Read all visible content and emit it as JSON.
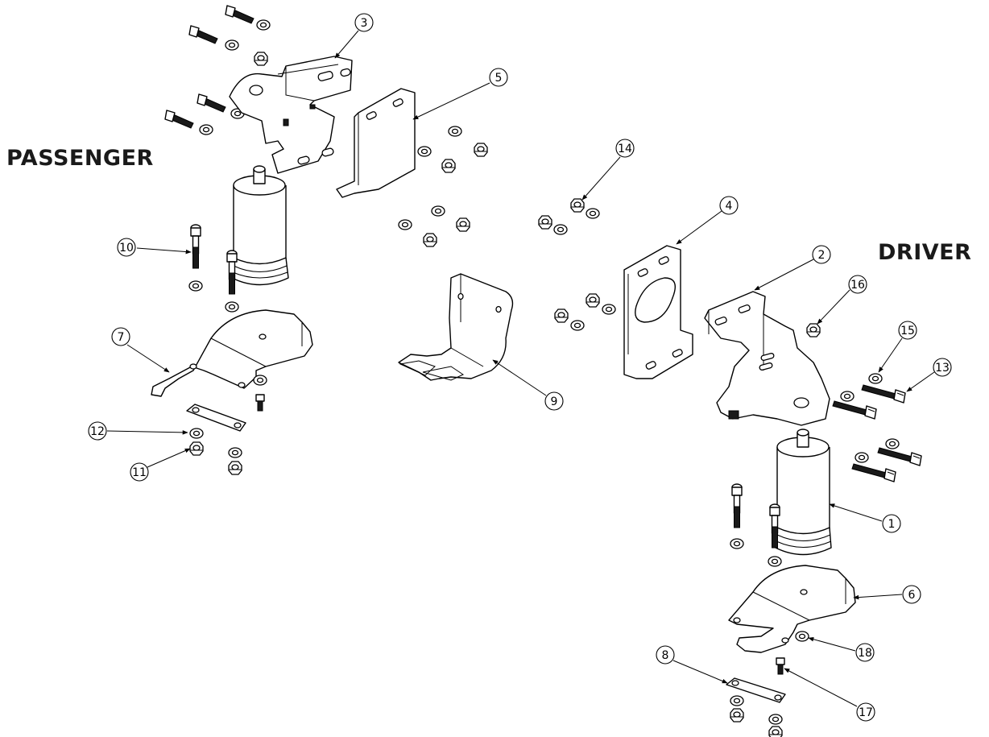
{
  "labels": {
    "passenger": "PASSENGER",
    "driver": "DRIVER"
  },
  "callouts": {
    "c1": "1",
    "c2": "2",
    "c3": "3",
    "c4": "4",
    "c5": "5",
    "c6": "6",
    "c7": "7",
    "c8": "8",
    "c9": "9",
    "c10": "10",
    "c11": "11",
    "c12": "12",
    "c13": "13",
    "c14": "14",
    "c15": "15",
    "c16": "16",
    "c17": "17",
    "c18": "18"
  }
}
